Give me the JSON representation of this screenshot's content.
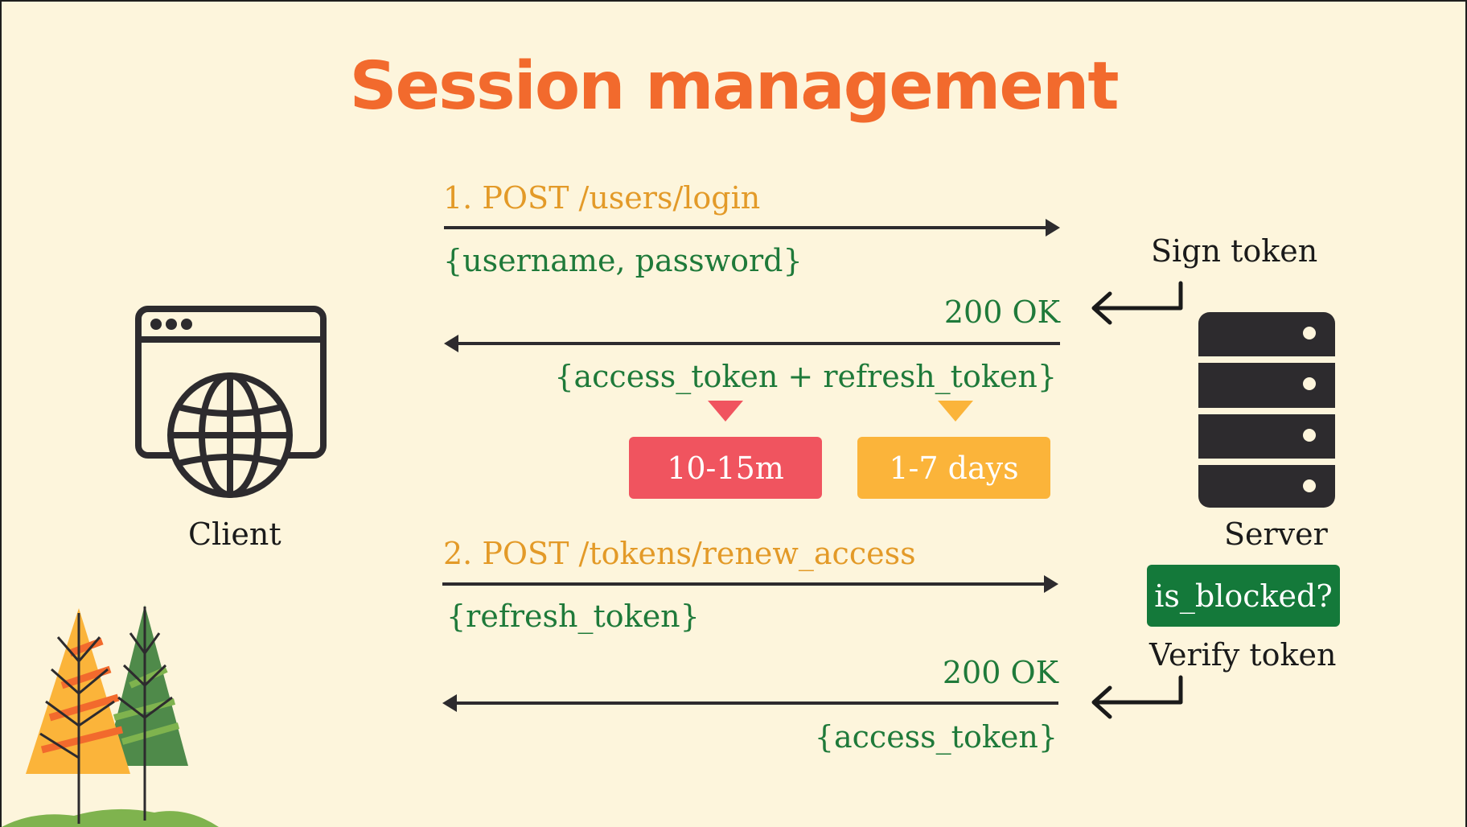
{
  "title": "Session management",
  "colors": {
    "title": "#f26a2d",
    "request": "#e39a28",
    "payload": "#1f7a3a",
    "arrow": "#2d2b2e",
    "access_badge": "#f0545f",
    "refresh_badge": "#fbb43a",
    "blocked_badge": "#14793a",
    "server": "#2d2b2e",
    "background": "#fdf5dc"
  },
  "client": {
    "label": "Client",
    "icon": "browser-globe-icon"
  },
  "server": {
    "label": "Server",
    "icon": "server-rack-icon"
  },
  "flow": {
    "login_request": "1. POST /users/login",
    "login_payload": "{username, password}",
    "sign_token": "Sign token",
    "login_status": "200 OK",
    "login_response": "{access_token + refresh_token}",
    "access_duration": "10-15m",
    "refresh_duration": "1-7 days",
    "renew_request": "2. POST /tokens/renew_access",
    "renew_payload": "{refresh_token}",
    "blocked_check": "is_blocked?",
    "verify_token": "Verify token",
    "renew_status": "200 OK",
    "renew_response": "{access_token}"
  }
}
